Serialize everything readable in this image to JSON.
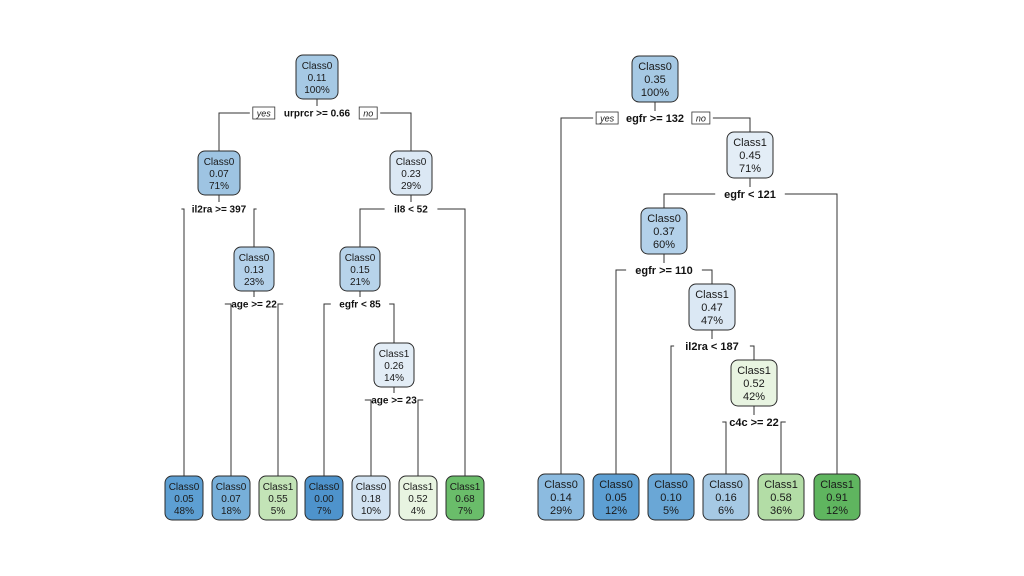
{
  "trees": [
    {
      "nodes": [
        {
          "id": "t1_n1",
          "label": "Class0",
          "value": "0.11",
          "pct": "100%",
          "fill": "#a6c9e4"
        },
        {
          "id": "t1_n2",
          "label": "Class0",
          "value": "0.07",
          "pct": "71%",
          "fill": "#9ec4e2"
        },
        {
          "id": "t1_n3",
          "label": "Class0",
          "value": "0.23",
          "pct": "29%",
          "fill": "#dbe8f4"
        },
        {
          "id": "t1_n5",
          "label": "Class0",
          "value": "0.13",
          "pct": "23%",
          "fill": "#b3d1ea"
        },
        {
          "id": "t1_n6",
          "label": "Class0",
          "value": "0.15",
          "pct": "21%",
          "fill": "#b7d3ea"
        },
        {
          "id": "t1_n13",
          "label": "Class1",
          "value": "0.26",
          "pct": "14%",
          "fill": "#e3edf6"
        },
        {
          "id": "t1_l1",
          "label": "Class0",
          "value": "0.05",
          "pct": "48%",
          "fill": "#5d9fd3"
        },
        {
          "id": "t1_l2",
          "label": "Class0",
          "value": "0.07",
          "pct": "18%",
          "fill": "#77afd9"
        },
        {
          "id": "t1_l3",
          "label": "Class1",
          "value": "0.55",
          "pct": "5%",
          "fill": "#c3e4b7"
        },
        {
          "id": "t1_l4",
          "label": "Class0",
          "value": "0.00",
          "pct": "7%",
          "fill": "#4e93cc"
        },
        {
          "id": "t1_l5",
          "label": "Class0",
          "value": "0.18",
          "pct": "10%",
          "fill": "#d2e3f2"
        },
        {
          "id": "t1_l6",
          "label": "Class1",
          "value": "0.52",
          "pct": "4%",
          "fill": "#e8f4e1"
        },
        {
          "id": "t1_l7",
          "label": "Class1",
          "value": "0.68",
          "pct": "7%",
          "fill": "#6abd6a"
        }
      ],
      "splits": [
        {
          "id": "t1_s1",
          "text": "urprcr >= 0.66",
          "yes": "yes",
          "no": "no"
        },
        {
          "id": "t1_s2",
          "text": "il2ra >= 397"
        },
        {
          "id": "t1_s3",
          "text": "il8 < 52"
        },
        {
          "id": "t1_s4",
          "text": "age >= 22"
        },
        {
          "id": "t1_s5",
          "text": "egfr < 85"
        },
        {
          "id": "t1_s6",
          "text": "age >= 23"
        }
      ]
    },
    {
      "nodes": [
        {
          "id": "t2_n1",
          "label": "Class0",
          "value": "0.35",
          "pct": "100%",
          "fill": "#a6c9e4"
        },
        {
          "id": "t2_n3",
          "label": "Class1",
          "value": "0.45",
          "pct": "71%",
          "fill": "#e3edf6"
        },
        {
          "id": "t2_n6",
          "label": "Class0",
          "value": "0.37",
          "pct": "60%",
          "fill": "#b3d1ea"
        },
        {
          "id": "t2_n13",
          "label": "Class1",
          "value": "0.47",
          "pct": "47%",
          "fill": "#dbe8f4"
        },
        {
          "id": "t2_n27",
          "label": "Class1",
          "value": "0.52",
          "pct": "42%",
          "fill": "#e8f4e1"
        },
        {
          "id": "t2_l1",
          "label": "Class0",
          "value": "0.14",
          "pct": "29%",
          "fill": "#8cbbe0"
        },
        {
          "id": "t2_l2",
          "label": "Class0",
          "value": "0.05",
          "pct": "12%",
          "fill": "#5d9fd3"
        },
        {
          "id": "t2_l3",
          "label": "Class0",
          "value": "0.10",
          "pct": "5%",
          "fill": "#6aa7d6"
        },
        {
          "id": "t2_l4",
          "label": "Class0",
          "value": "0.16",
          "pct": "6%",
          "fill": "#a6c9e4"
        },
        {
          "id": "t2_l5",
          "label": "Class1",
          "value": "0.58",
          "pct": "36%",
          "fill": "#b3dda6"
        },
        {
          "id": "t2_l6",
          "label": "Class1",
          "value": "0.91",
          "pct": "12%",
          "fill": "#5fb55f"
        }
      ],
      "splits": [
        {
          "id": "t2_s1",
          "text": "egfr >= 132",
          "yes": "yes",
          "no": "no"
        },
        {
          "id": "t2_s2",
          "text": "egfr < 121"
        },
        {
          "id": "t2_s3",
          "text": "egfr >= 110"
        },
        {
          "id": "t2_s4",
          "text": "il2ra < 187"
        },
        {
          "id": "t2_s5",
          "text": "c4c >= 22"
        }
      ]
    }
  ]
}
